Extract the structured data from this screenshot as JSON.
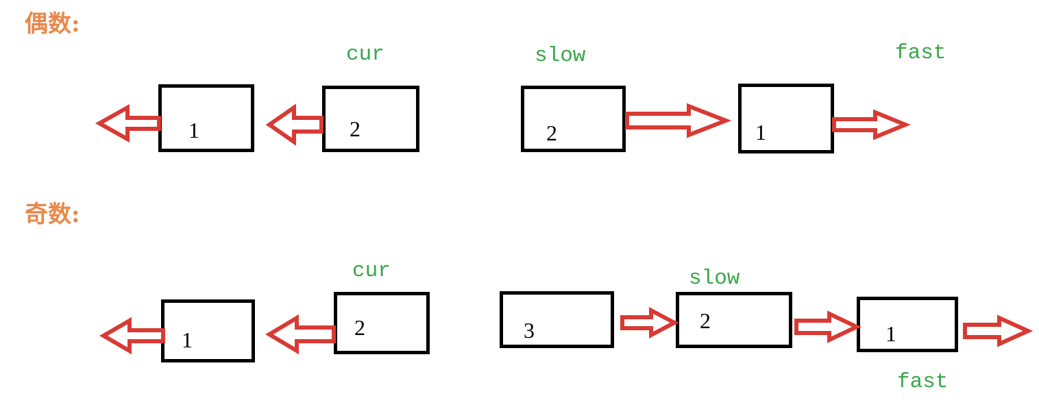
{
  "colors": {
    "heading": "#e8884a",
    "pointer_label": "#3aa64a",
    "arrow_stroke": "#d83a34",
    "node_border": "#000000"
  },
  "even": {
    "heading": "偶数:",
    "labels": {
      "cur": "cur",
      "slow": "slow",
      "fast": "fast"
    },
    "nodes": [
      "1",
      "2",
      "2",
      "1"
    ],
    "arrows": [
      {
        "direction": "left"
      },
      {
        "direction": "left"
      },
      {
        "direction": "right"
      },
      {
        "direction": "right"
      }
    ]
  },
  "odd": {
    "heading": "奇数:",
    "labels": {
      "cur": "cur",
      "slow": "slow",
      "fast": "fast"
    },
    "nodes": [
      "1",
      "2",
      "3",
      "2",
      "1"
    ],
    "arrows": [
      {
        "direction": "left"
      },
      {
        "direction": "left"
      },
      {
        "direction": "right"
      },
      {
        "direction": "right"
      },
      {
        "direction": "right"
      }
    ]
  }
}
